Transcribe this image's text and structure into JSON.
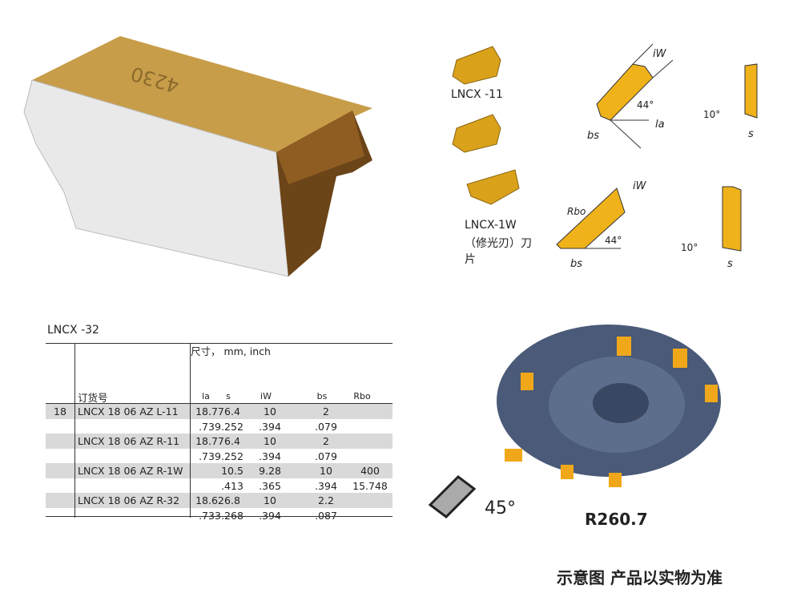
{
  "photo_marking": "4230",
  "diagrams": {
    "label_11": "LNCX -11",
    "label_1w": "LNCX-1W",
    "label_1w_sub": "（修光刃）刀片",
    "dim_iw": "iW",
    "dim_bs": "bs",
    "dim_la": "la",
    "dim_s": "s",
    "dim_rbo": "Rbo",
    "angle_44": "44°",
    "angle_10": "10°"
  },
  "table": {
    "title": "LNCX -32",
    "dim_header": "尺寸， mm, inch",
    "order_header": "订货号",
    "columns": [
      "la",
      "s",
      "iW",
      "bs",
      "Rbo"
    ],
    "rows": [
      {
        "size": "18",
        "code": "LNCX 18 06 AZ L-11",
        "mm": [
          "18.77",
          "6.4",
          "10",
          "2",
          ""
        ],
        "inch": [
          ".739",
          ".252",
          ".394",
          ".079",
          ""
        ]
      },
      {
        "size": "",
        "code": "LNCX 18 06 AZ R-11",
        "mm": [
          "18.77",
          "6.4",
          "10",
          "2",
          ""
        ],
        "inch": [
          ".739",
          ".252",
          ".394",
          ".079",
          ""
        ]
      },
      {
        "size": "",
        "code": "LNCX 18 06 AZ R-1W",
        "mm": [
          "",
          "10.5",
          "9.28",
          "10",
          "400"
        ],
        "inch": [
          "",
          ".413",
          ".365",
          ".394",
          "15.748"
        ]
      },
      {
        "size": "",
        "code": "LNCX 18 06 AZ R-32",
        "mm": [
          "18.62",
          "6.8",
          "10",
          "2.2",
          ""
        ],
        "inch": [
          ".733",
          ".268",
          ".394",
          ".087",
          ""
        ]
      }
    ]
  },
  "cutter": {
    "angle": "45°",
    "model": "R260.7"
  },
  "caption": "示意图 产品以实物为准",
  "colors": {
    "gold": "#e8a916",
    "insert_gold": "#c99a3c",
    "gray_row": "#d9d9d9",
    "cutter_blue": "#4a5a78"
  }
}
